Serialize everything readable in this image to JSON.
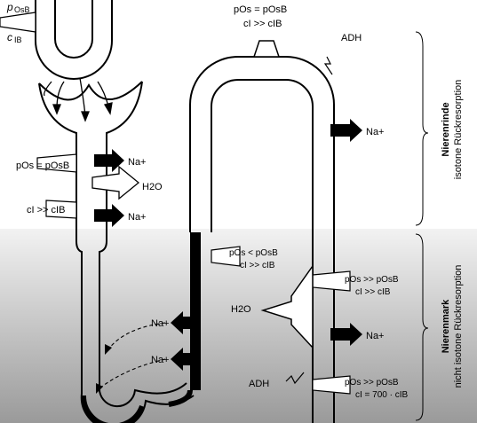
{
  "regions": {
    "cortex": {
      "title": "Nierenrinde",
      "subtitle": "isotone Rückresorption"
    },
    "medulla": {
      "title": "Nierenmark",
      "subtitle": "nicht isotone Rückresorption"
    }
  },
  "labels": {
    "adh_top": "ADH",
    "adh_bottom": "ADH",
    "top_left_p": "p",
    "top_left_p_sub": "OsB",
    "top_left_c": "c",
    "top_left_c_sub": "IB",
    "top_center_eq": "pOs = pOsB",
    "top_center_c": "cI >> cIB",
    "left_eq": "pOs = pOsB",
    "left_c": "cI >> cIB",
    "asc_lt": "pOs < pOsB",
    "asc_c": "cI >> cIB",
    "right1_p": "pOs >> pOsB",
    "right1_c": "cI >> cIB",
    "right2_p": "pOs >> pOsB",
    "right2_c": "cI = 700 · cIB"
  },
  "arrows": {
    "na_left_1": "Na+",
    "na_left_2": "Na+",
    "h2o_left": "H2O",
    "na_right_top": "Na+",
    "na_loop_1": "Na+",
    "na_loop_2": "Na+",
    "h2o_medulla": "H2O",
    "na_right_mid": "Na+"
  },
  "colors": {
    "cortex_bg": "#ffffff",
    "medulla_gradient_top": "#f2f2f2",
    "medulla_gradient_bottom": "#9a9a9a",
    "ink": "#000000"
  }
}
